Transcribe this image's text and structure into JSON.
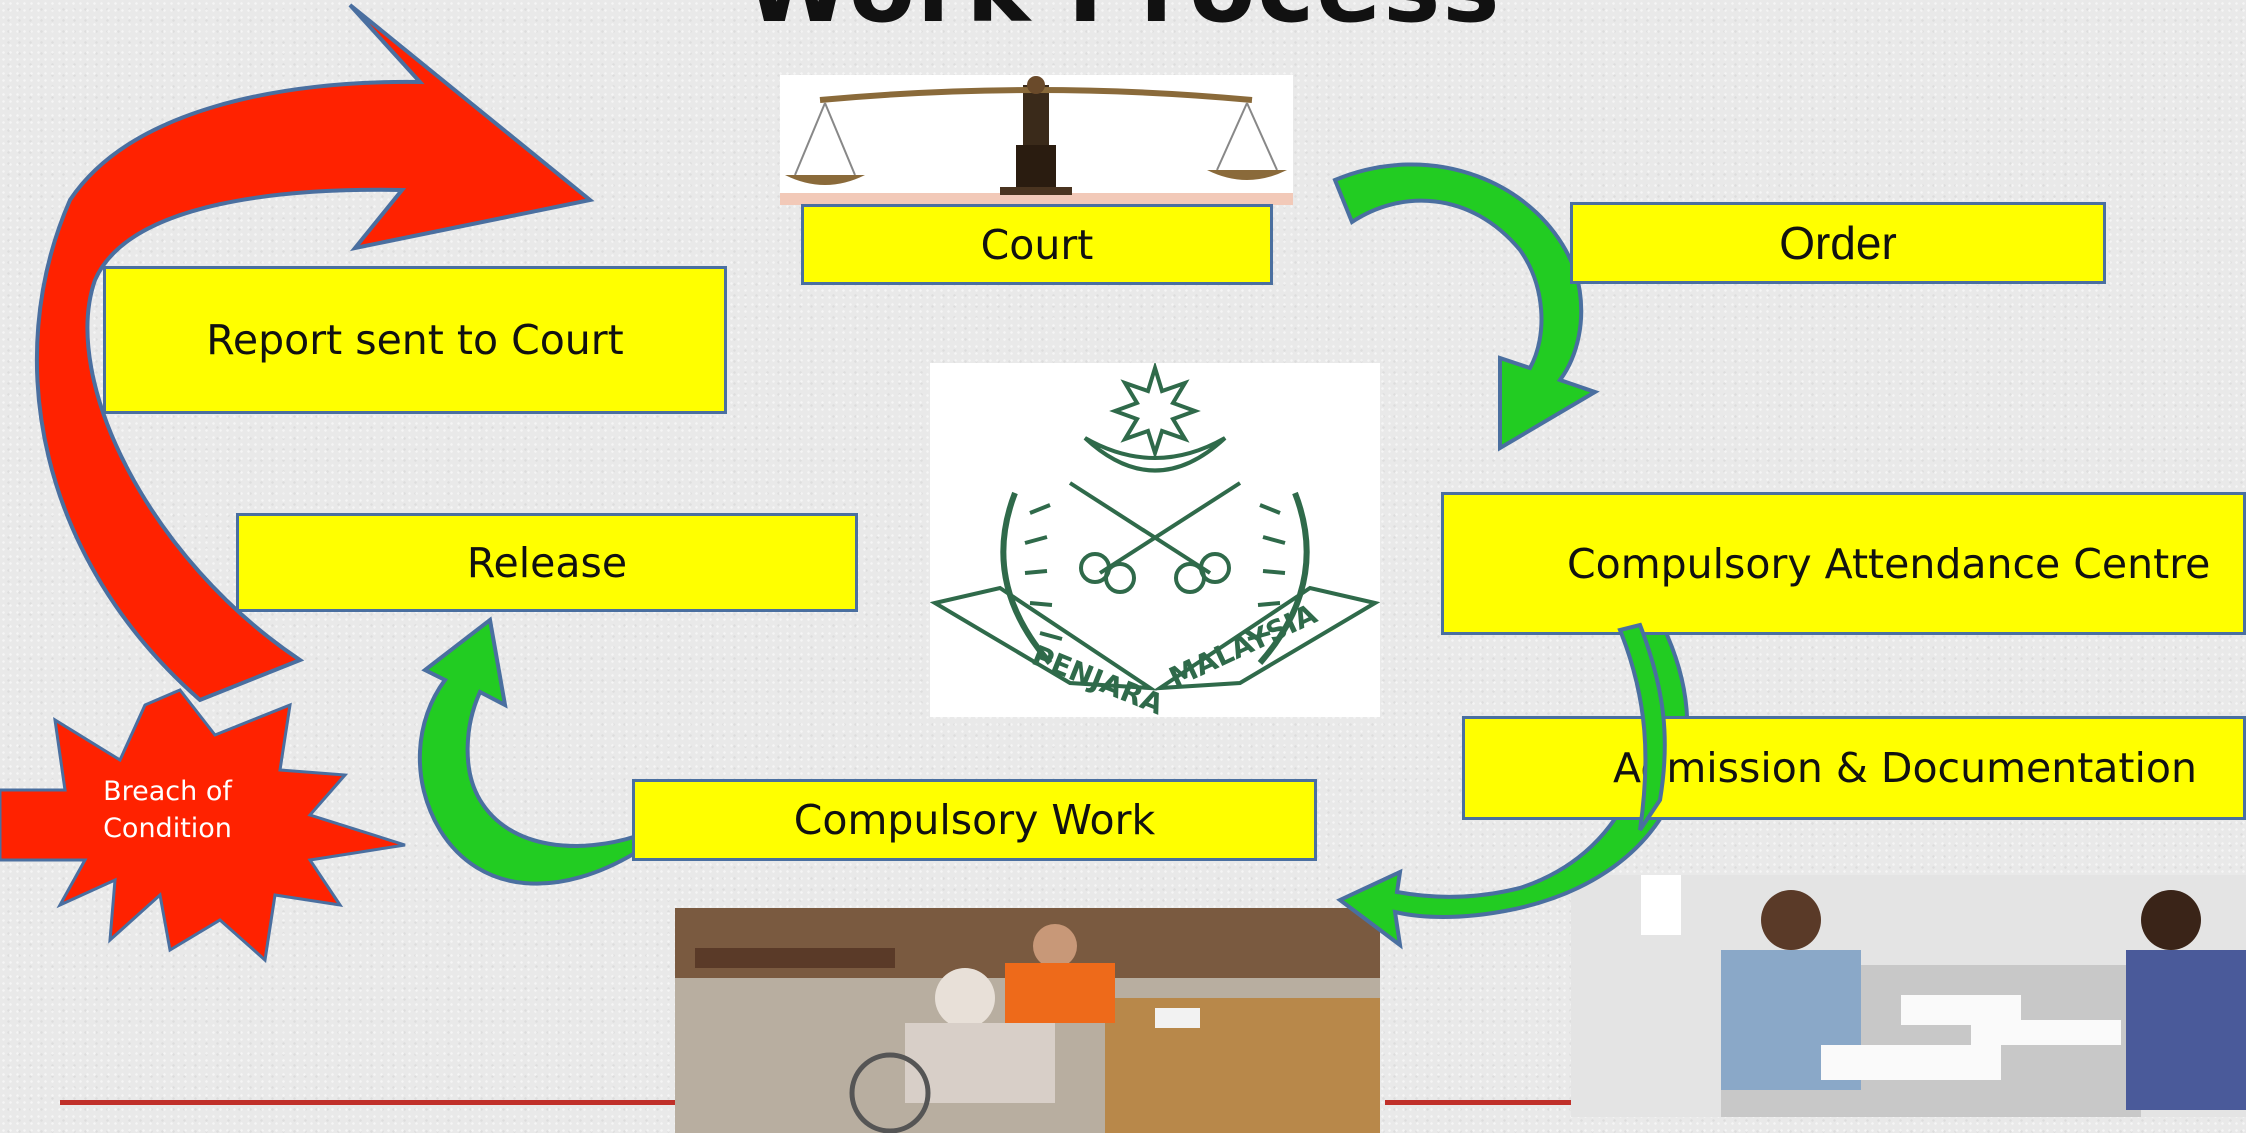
{
  "slide": {
    "title": "Work Process",
    "nodes": {
      "court": "Court",
      "order": "Order",
      "report": "Report sent to Court",
      "release": "Release",
      "cac": "Compulsory Attendance Centre",
      "admission": "Admission & Documentation",
      "work": "Compulsory Work",
      "breach": "Breach of Condition"
    },
    "emblem": {
      "left_text": "PENJARA",
      "right_text": "MALAYSIA"
    },
    "colors": {
      "box_fill": "#ffff00",
      "box_border": "#4a6fa0",
      "cycle_arrow": "#22cc22",
      "breach_arrow": "#ff2200",
      "footer_line": "#c0302a"
    }
  }
}
